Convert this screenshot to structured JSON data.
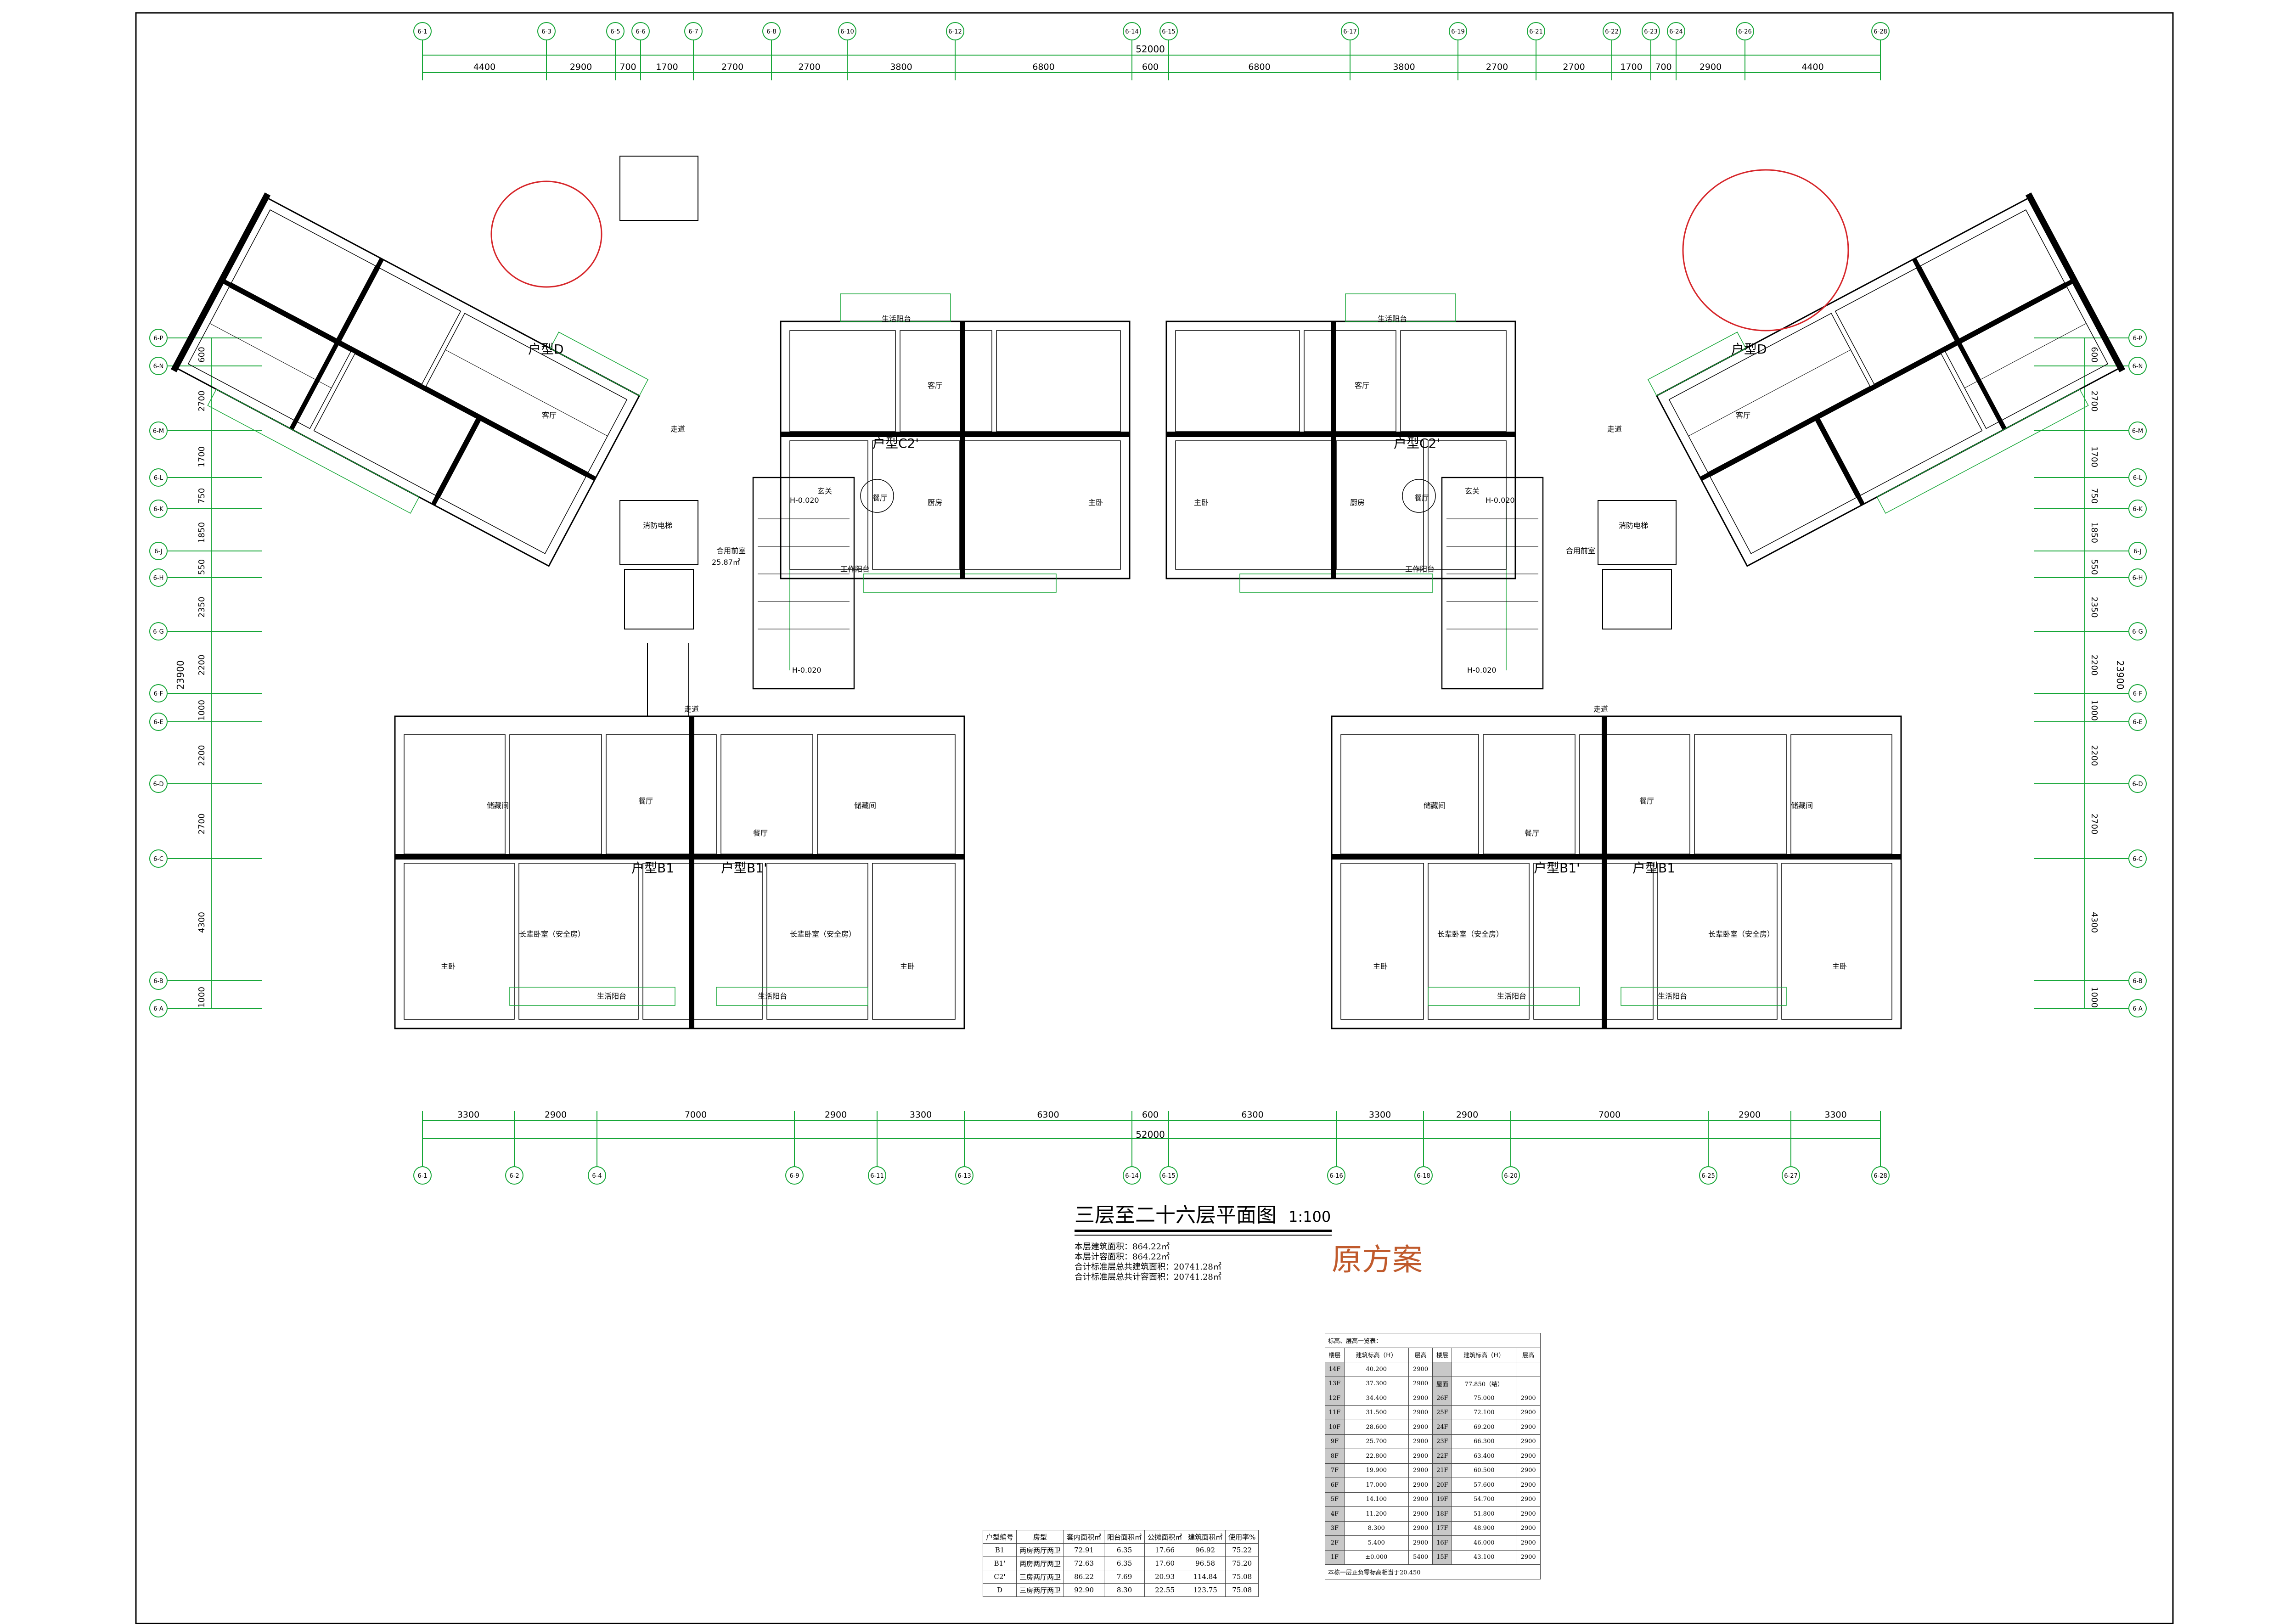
{
  "drawing": {
    "title": "三层至二十六层平面图",
    "scale": "1:100",
    "notes": [
      "本层建筑面积：864.22㎡",
      "本层计容面积：864.22㎡",
      "合计标准层总共建筑面积：20741.28㎡",
      "合计标准层总共计容面积：20741.28㎡"
    ],
    "stamp": "原方案"
  },
  "axes": {
    "top_labels": [
      "6-1",
      "6-3",
      "6-5",
      "6-6",
      "6-7",
      "6-8",
      "6-10",
      "6-12",
      "6-14",
      "6-15",
      "6-17",
      "6-19",
      "6-21",
      "6-22",
      "6-23",
      "6-24",
      "6-26",
      "6-28"
    ],
    "top_dims": [
      "4400",
      "2900",
      "700",
      "1700",
      "2700",
      "2700",
      "3800",
      "6800",
      "600",
      "6800",
      "3800",
      "2700",
      "2700",
      "1700",
      "700",
      "2900",
      "4400"
    ],
    "overall": "52000",
    "bottom_labels": [
      "6-1",
      "6-2",
      "6-4",
      "6-9",
      "6-11",
      "6-13",
      "6-14",
      "6-15",
      "6-16",
      "6-18",
      "6-20",
      "6-25",
      "6-27",
      "6-28"
    ],
    "bottom_dims": [
      "3300",
      "2900",
      "7000",
      "2900",
      "3300",
      "6300",
      "600",
      "6300",
      "3300",
      "2900",
      "7000",
      "2900",
      "3300"
    ],
    "left_labels": [
      "6-P",
      "6-N",
      "6-M",
      "6-L",
      "6-K",
      "6-J",
      "6-H",
      "6-G",
      "6-F",
      "6-E",
      "6-D",
      "6-C",
      "6-B",
      "6-A"
    ],
    "right_labels": [
      "6-P",
      "6-N",
      "6-M",
      "6-L",
      "6-K",
      "6-J",
      "6-H",
      "6-G",
      "6-F",
      "6-E",
      "6-D",
      "6-C",
      "6-B",
      "6-A"
    ],
    "side_dims": [
      "600",
      "2700",
      "1700",
      "750",
      "1850",
      "550",
      "2350",
      "2200",
      "1000",
      "2200",
      "2700",
      "4300",
      "1000"
    ],
    "side_total": "23900"
  },
  "units": [
    {
      "id": "D-left",
      "label": "户型D"
    },
    {
      "id": "C2-left",
      "label": "户型C2'"
    },
    {
      "id": "C2-right",
      "label": "户型C2'"
    },
    {
      "id": "D-right",
      "label": "户型D"
    },
    {
      "id": "B1-a",
      "label": "户型B1"
    },
    {
      "id": "B1-b",
      "label": "户型B1'"
    },
    {
      "id": "B1-c",
      "label": "户型B1'"
    },
    {
      "id": "B1-d",
      "label": "户型B1"
    }
  ],
  "room_labels": {
    "living": "客厅",
    "dining": "餐厅",
    "kitchen": "厨房",
    "master": "主卧",
    "second": "长辈卧室（安全房）",
    "balcony": "生活阳台",
    "storage": "储藏间",
    "corridor": "走道",
    "entry": "玄关",
    "stair": "消防电梯",
    "hall": "合用前室",
    "hall_area": "25.87㎡",
    "level": "H-0.020",
    "work": "工作阳台"
  },
  "area_table": {
    "headers": [
      "户型编号",
      "房型",
      "套内面积㎡",
      "阳台面积㎡",
      "公摊面积㎡",
      "建筑面积㎡",
      "使用率%"
    ],
    "rows": [
      [
        "B1",
        "两房两厅两卫",
        "72.91",
        "6.35",
        "17.66",
        "96.92",
        "75.22"
      ],
      [
        "B1'",
        "两房两厅两卫",
        "72.63",
        "6.35",
        "17.60",
        "96.58",
        "75.20"
      ],
      [
        "C2'",
        "三房两厅两卫",
        "86.22",
        "7.69",
        "20.93",
        "114.84",
        "75.08"
      ],
      [
        "D",
        "三房两厅两卫",
        "92.90",
        "8.30",
        "22.55",
        "123.75",
        "75.08"
      ]
    ]
  },
  "floor_table": {
    "caption": "标高、层高一览表：",
    "headers": [
      "楼层",
      "建筑标高（H）",
      "层高",
      "楼层",
      "建筑标高（H）",
      "层高"
    ],
    "rows": [
      [
        "14F",
        "40.200",
        "2900",
        "",
        "",
        ""
      ],
      [
        "13F",
        "37.300",
        "2900",
        "屋面",
        "77.850（结）",
        ""
      ],
      [
        "12F",
        "34.400",
        "2900",
        "26F",
        "75.000",
        "2900"
      ],
      [
        "11F",
        "31.500",
        "2900",
        "25F",
        "72.100",
        "2900"
      ],
      [
        "10F",
        "28.600",
        "2900",
        "24F",
        "69.200",
        "2900"
      ],
      [
        "9F",
        "25.700",
        "2900",
        "23F",
        "66.300",
        "2900"
      ],
      [
        "8F",
        "22.800",
        "2900",
        "22F",
        "63.400",
        "2900"
      ],
      [
        "7F",
        "19.900",
        "2900",
        "21F",
        "60.500",
        "2900"
      ],
      [
        "6F",
        "17.000",
        "2900",
        "20F",
        "57.600",
        "2900"
      ],
      [
        "5F",
        "14.100",
        "2900",
        "19F",
        "54.700",
        "2900"
      ],
      [
        "4F",
        "11.200",
        "2900",
        "18F",
        "51.800",
        "2900"
      ],
      [
        "3F",
        "8.300",
        "2900",
        "17F",
        "48.900",
        "2900"
      ],
      [
        "2F",
        "5.400",
        "2900",
        "16F",
        "46.000",
        "2900"
      ],
      [
        "1F",
        "±0.000",
        "5400",
        "15F",
        "43.100",
        "2900"
      ]
    ],
    "footer": "本栋一层正负零标高相当于20.450"
  },
  "colors": {
    "dim": "#16a637",
    "wall": "#000000",
    "thin": "#444444",
    "markup": "#d6262a",
    "window": "#16a637",
    "stamp": "#c05a2c",
    "accent": "#c030c0"
  }
}
